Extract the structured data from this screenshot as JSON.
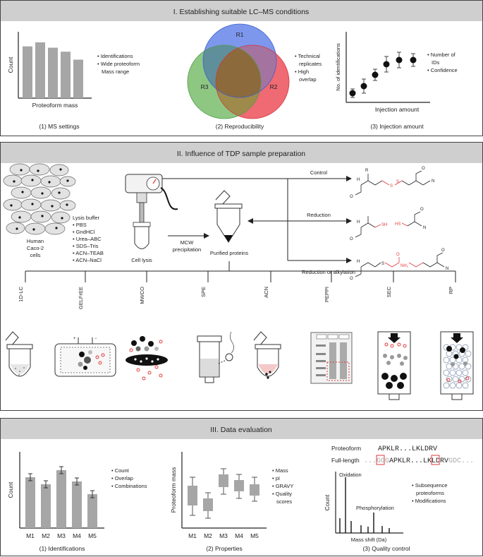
{
  "section1": {
    "title": "I. Establishing suitable LC–MS conditions",
    "panel1": {
      "y_label": "Count",
      "x_label": "Proteoform mass",
      "bullets": [
        "Identifications",
        "Wide proteoform",
        "Mass range"
      ],
      "caption": "(1) MS settings",
      "bars": [
        0.78,
        0.84,
        0.76,
        0.7,
        0.58
      ]
    },
    "panel2": {
      "circles": [
        "R1",
        "R2",
        "R3"
      ],
      "bullets": [
        "Technical",
        "replicates",
        "High",
        "overlap"
      ],
      "caption": "(2) Reproducibility"
    },
    "panel3": {
      "y_label": "No. of identifications",
      "x_label": "Injection amount",
      "bullets": [
        "Number of",
        "IDs",
        "Confidence"
      ],
      "caption": "(3) Injection amount"
    }
  },
  "section2": {
    "title": "II. Influence of TDP sample preparation",
    "cells_label": [
      "Human",
      "Caco-2",
      "cells"
    ],
    "lysis_title": "Lysis buffer",
    "lysis_buffers": [
      "PBS",
      "GndHCl",
      "Urea–ABC",
      "SDS–Tris",
      "ACN–TEAB",
      "ACN–NaCl"
    ],
    "cell_lysis": "Cell lysis",
    "mcw": [
      "MCW",
      "precipitation"
    ],
    "purified": "Purified proteins",
    "branches": [
      "Control",
      "Reduction",
      "Reduction or alkylation"
    ],
    "methods": [
      "1D-LC",
      "GELFrEE",
      "MWCO",
      "SPE",
      "ACN",
      "PEPPI",
      "SEC",
      "RP"
    ]
  },
  "section3": {
    "title": "III. Data evaluation",
    "panel1": {
      "y_label": "Count",
      "categories": [
        "M1",
        "M2",
        "M3",
        "M4",
        "M5"
      ],
      "values": [
        0.72,
        0.62,
        0.82,
        0.66,
        0.48
      ],
      "bullets": [
        "Count",
        "Overlap",
        "Combinations"
      ],
      "caption": "(1) Identifications"
    },
    "panel2": {
      "y_label": "Proteoform mass",
      "categories": [
        "M1",
        "M2",
        "M3",
        "M4",
        "M5"
      ],
      "bullets": [
        "Mass",
        "pI",
        "GRAVY",
        "Quality",
        "scores"
      ],
      "caption": "(2) Properties"
    },
    "panel3": {
      "proteoform_label": "Proteoform",
      "proteoform_seq": "APKLR...LKLDRV",
      "full_label": "Full-length",
      "full_pre": "...GGG",
      "full_seq": "APKLR...LKLDRV",
      "full_post": "GDC...",
      "y_label": "Count",
      "peak1": "Oxidation",
      "peak2": "Phosphorylation",
      "x_label": "Mass shift (Da)",
      "bullets": [
        "Subsequence",
        "proteoforms",
        "Modifications"
      ],
      "caption": "(3) Quality control"
    }
  },
  "colors": {
    "header_bg": "#cfcfcf",
    "bar_gray": "#a6a6a6",
    "venn_blue": "#5b7fe8",
    "venn_red": "#ee4f5a",
    "venn_green": "#74b86a",
    "venn_core": "#8c6a3c",
    "accent_red": "#e03a3a"
  }
}
